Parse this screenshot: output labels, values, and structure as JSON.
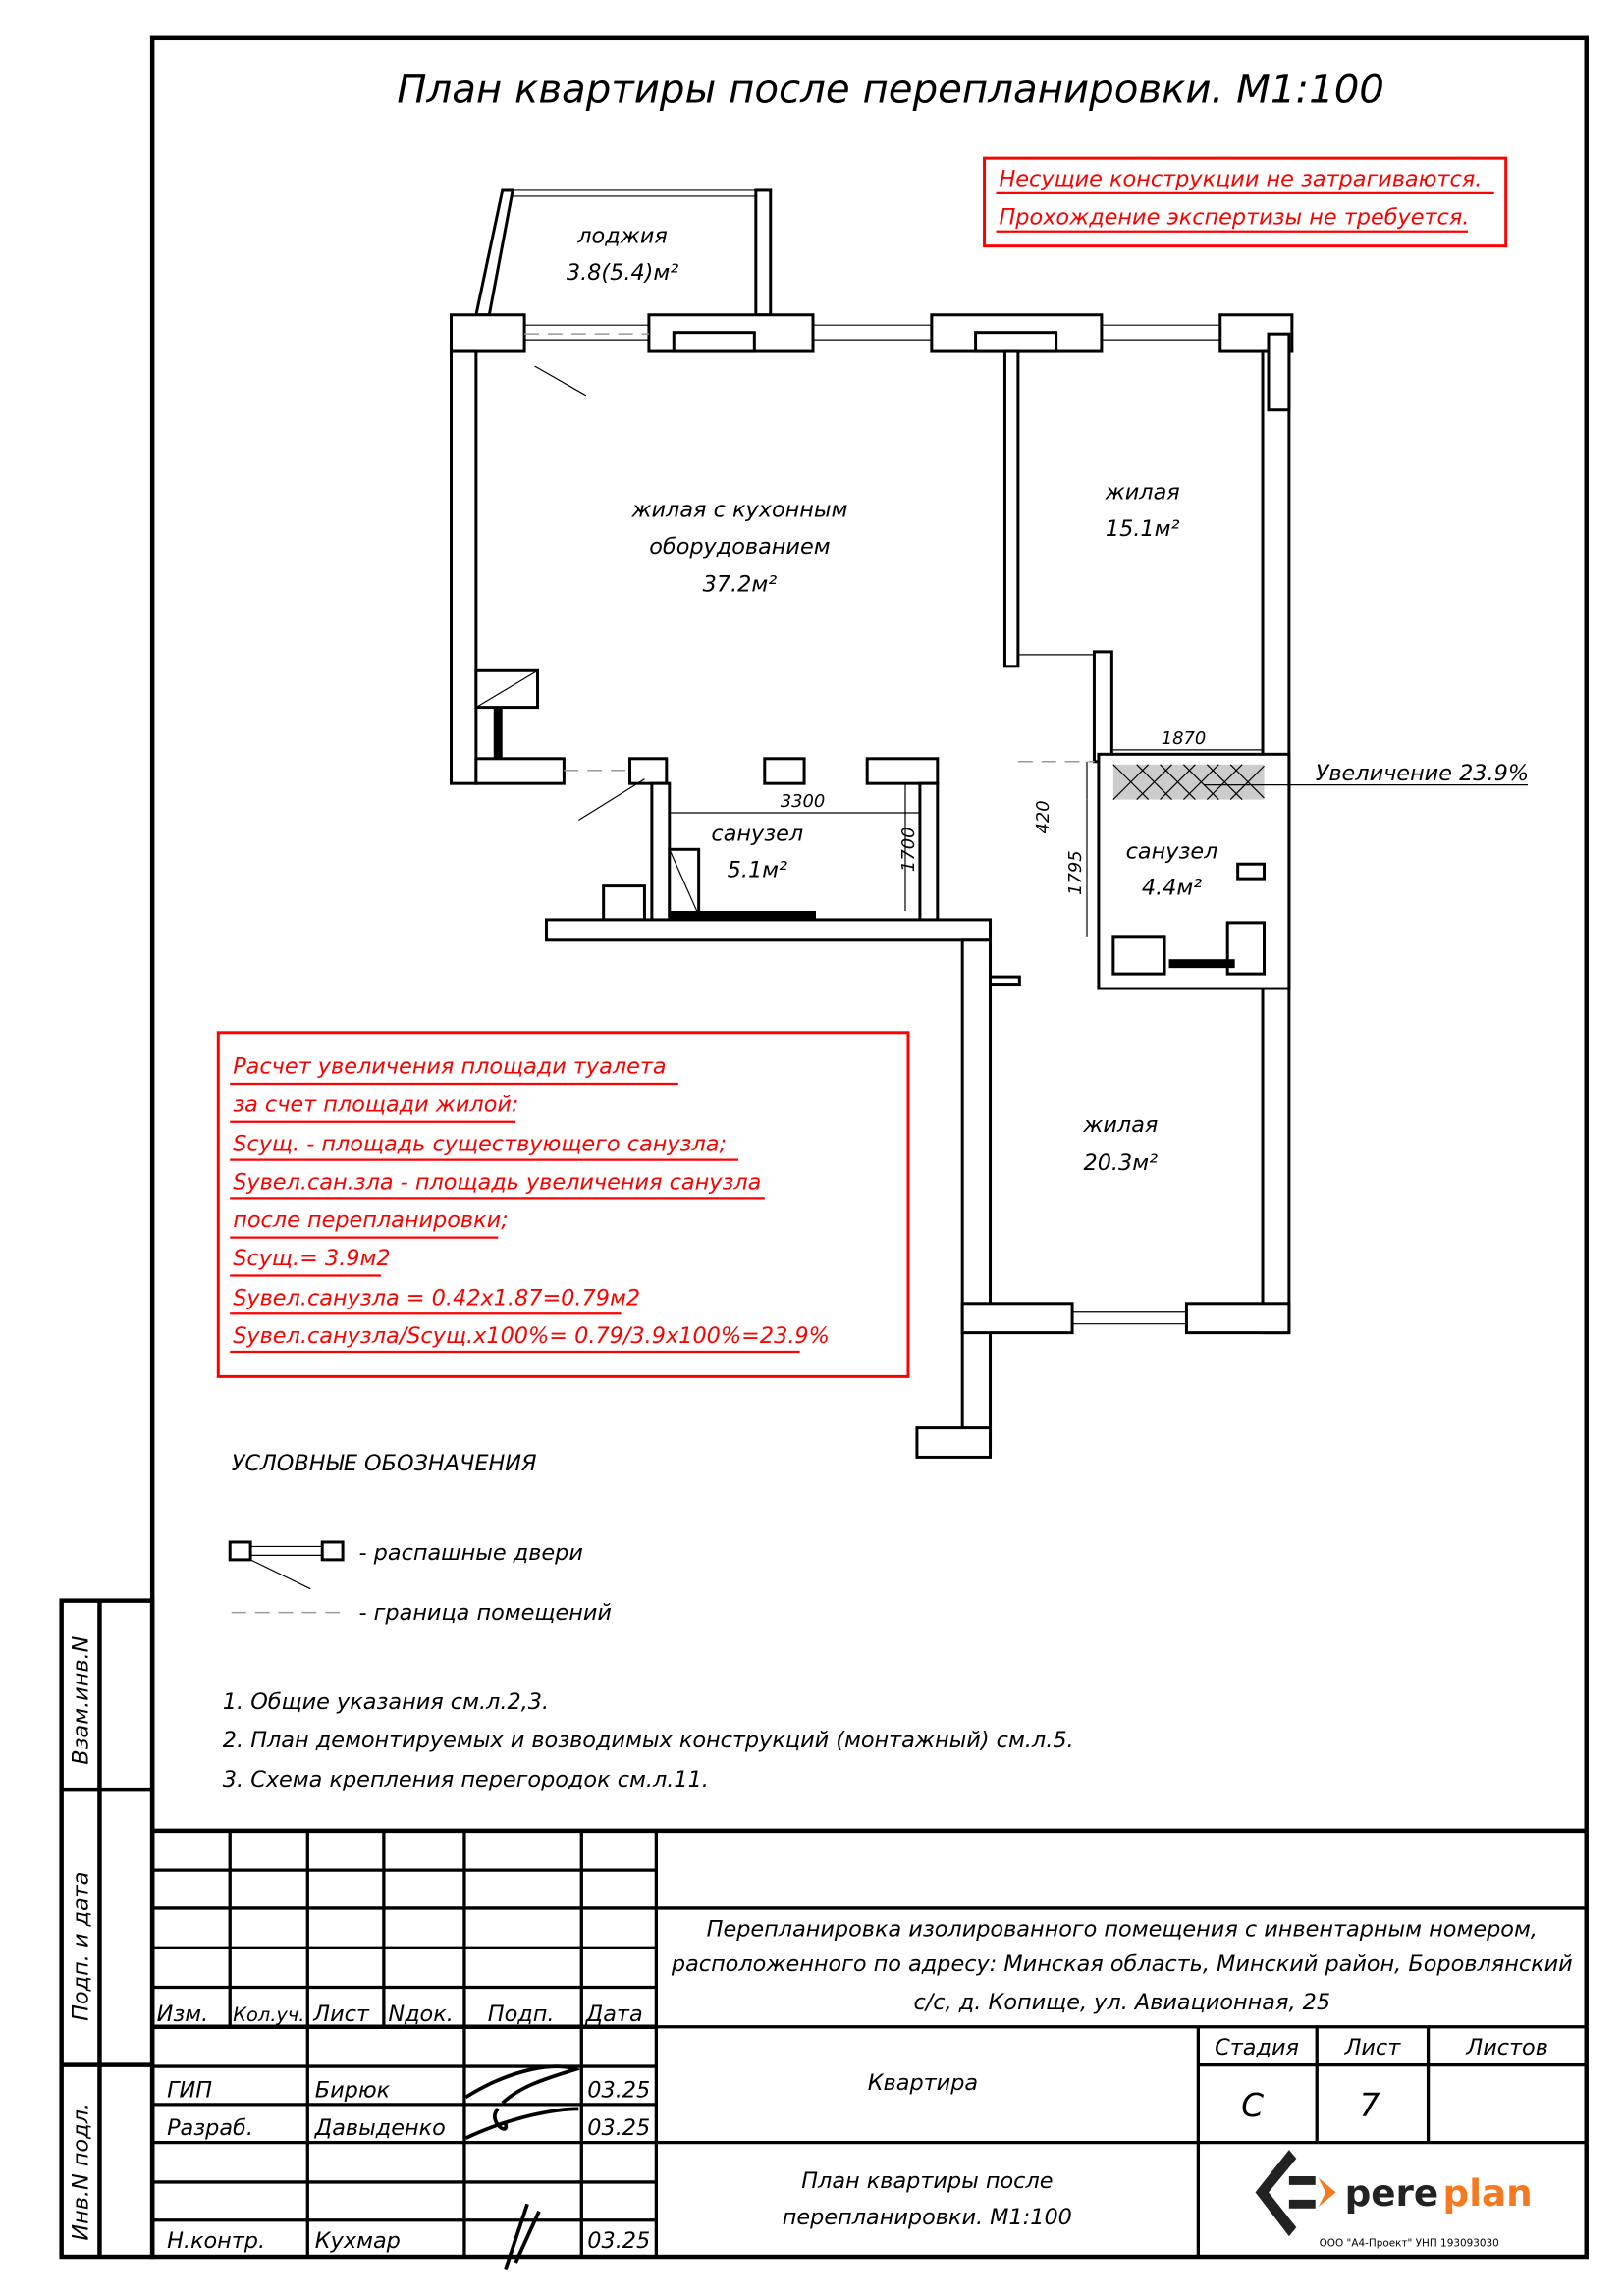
{
  "title": "План квартиры после  перепланировки. М1:100",
  "notice": [
    "Несущие конструкции не затрагиваются.",
    "Прохождение экспертизы не требуется."
  ],
  "rooms": {
    "loggia": {
      "name": "лоджия",
      "area": "3.8(5.4)м²"
    },
    "living_kitchen": {
      "name1": "жилая с кухонным",
      "name2": "оборудованием",
      "area": "37.2м²"
    },
    "living_2": {
      "name": "жилая",
      "area": "15.1м²"
    },
    "bath_1": {
      "name": "санузел",
      "area": "5.1м²"
    },
    "bath_2": {
      "name": "санузел",
      "area": "4.4м²"
    },
    "living_3": {
      "name": "жилая",
      "area": "20.3м²"
    }
  },
  "dimensions": {
    "d3300": "3300",
    "d1700": "1700",
    "d1870": "1870",
    "d420": "420",
    "d1795": "1795"
  },
  "increase_label": "Увеличение 23.9%",
  "calculation": [
    "Расчет увеличения площади туалета",
    "за счет площади жилой:",
    "Sсущ. - площадь существующего санузла;",
    "Sувел.сан.зла - площадь увеличения санузла",
    "после перепланировки;",
    "Sсущ.= 3.9м2",
    "Sувел.санузла  = 0.42x1.87=0.79м2",
    "Sувел.санузла/Sсущ.x100%= 0.79/3.9x100%=23.9%"
  ],
  "legend": {
    "title": "УСЛОВНЫЕ ОБОЗНАЧЕНИЯ",
    "door": "- распашные двери",
    "boundary": "- граница помещений"
  },
  "notes": [
    "1.  Общие указания см.л.2,3.",
    "2.  План демонтируемых и возводимых конструкций (монтажный) см.л.5.",
    "3.  Схема крепления перегородок см.л.11."
  ],
  "side_labels": [
    "Взам.инв.N",
    "Подп. и дата",
    "Инв.N подл."
  ],
  "stamp": {
    "headers": [
      "Изм.",
      "Кол.уч.",
      "Лист",
      "Nдок.",
      "Подп.",
      "Дата"
    ],
    "rows": [
      {
        "role": "ГИП",
        "name": "Бирюк",
        "date": "03.25"
      },
      {
        "role": "Разраб.",
        "name": "Давыденко",
        "date": "03.25"
      },
      {
        "role": "Н.контр.",
        "name": "Кухмар",
        "date": "03.25"
      }
    ],
    "project": [
      "Перепланировка изолированного помещения с инвентарным номером,",
      "расположенного по адресу: Минская область, Минский район, Боровлянский",
      "с/с, д. Копище, ул. Авиационная, 25"
    ],
    "object": "Квартира",
    "stage_header": "Стадия",
    "sheet_header": "Лист",
    "sheets_header": "Листов",
    "stage": "С",
    "sheet": "7",
    "sheets": "",
    "sheet_title": [
      "План квартиры после",
      "перепланировки. М1:100"
    ],
    "logo": {
      "part1": "pere",
      "part2": "plan",
      "caption": "ООО \"А4-Проект\" УНП 193093030"
    }
  },
  "colors": {
    "red": "#ff0000",
    "brand_orange": "#f47920",
    "brand_dark": "#222222"
  }
}
